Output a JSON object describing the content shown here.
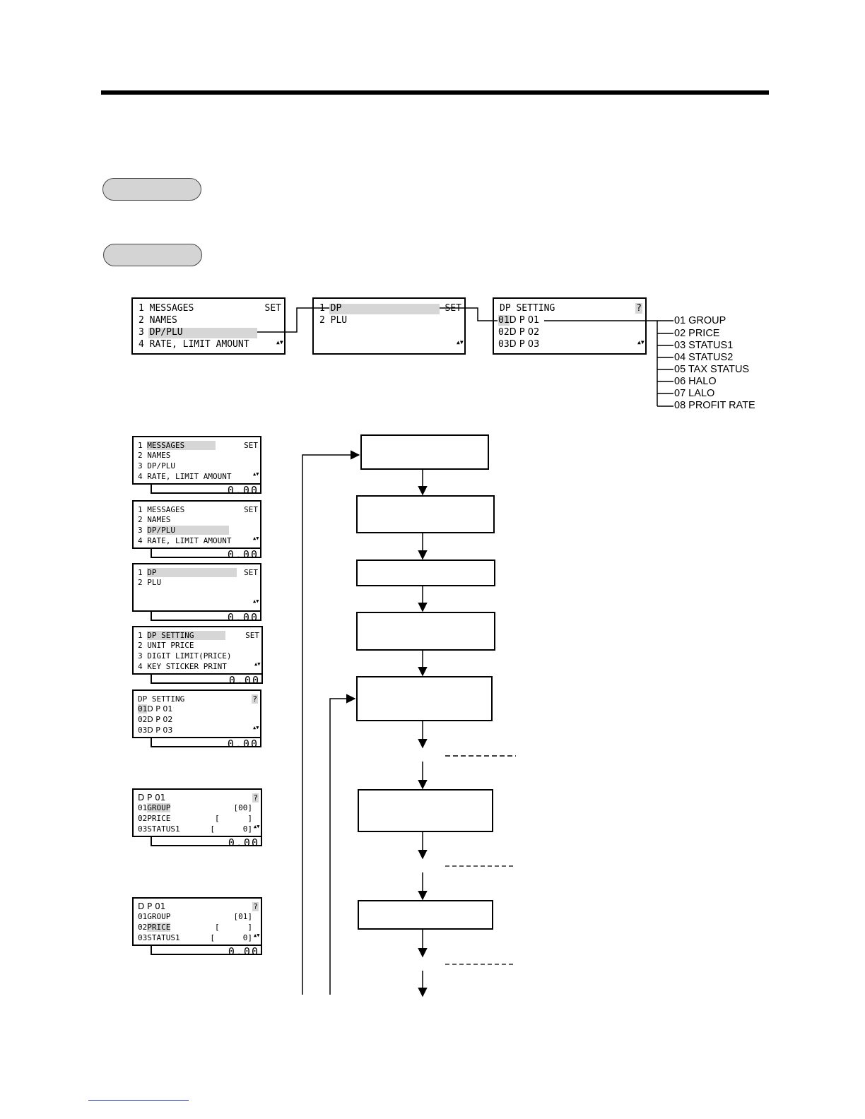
{
  "menu_path": {
    "screen1": {
      "rows": [
        {
          "text": "1 MESSAGES",
          "right": "SET"
        },
        {
          "text": "2 NAMES",
          "right": ""
        },
        {
          "text": "3 DP/PLU",
          "right": ""
        },
        {
          "text": "4 RATE, LIMIT AMOUNT",
          "right": "▲▼"
        }
      ]
    },
    "screen2": {
      "rows": [
        {
          "text": "1 DP",
          "right": "SET"
        },
        {
          "text": "2 PLU",
          "right": ""
        },
        {
          "text": "",
          "right": ""
        },
        {
          "text": "",
          "right": "▲▼"
        }
      ]
    },
    "screen3": {
      "title": "DP SETTING",
      "q": "?",
      "rows": [
        {
          "num": "01",
          "name": "D P 01"
        },
        {
          "num": "02",
          "name": "D P 02"
        },
        {
          "num": "03",
          "name": "D P 03"
        }
      ],
      "arrows": "▲▼"
    },
    "items": [
      "01 GROUP",
      "02 PRICE",
      "03 STATUS1",
      "04 STATUS2",
      "05 TAX STATUS",
      "06 HALO",
      "07 LALO",
      "08 PROFIT RATE"
    ]
  },
  "displays": {
    "amount": "0.00",
    "d1": {
      "rows": [
        {
          "a": "1 ",
          "b": "MESSAGES",
          "r": "SET"
        },
        {
          "a": "2 NAMES",
          "b": "",
          "r": ""
        },
        {
          "a": "3 DP/PLU",
          "b": "",
          "r": ""
        },
        {
          "a": "4 RATE, LIMIT AMOUNT",
          "b": "",
          "r": "▲▼"
        }
      ]
    },
    "d2": {
      "rows": [
        {
          "a": "1 MESSAGES",
          "b": "",
          "r": "SET"
        },
        {
          "a": "2 NAMES",
          "b": "",
          "r": ""
        },
        {
          "a": "3 ",
          "b": "DP/PLU",
          "r": ""
        },
        {
          "a": "4 RATE, LIMIT AMOUNT",
          "b": "",
          "r": "▲▼"
        }
      ]
    },
    "d3": {
      "rows": [
        {
          "a": "1 ",
          "b": "DP",
          "r": "SET"
        },
        {
          "a": "2 PLU",
          "b": "",
          "r": ""
        },
        {
          "a": "",
          "b": "",
          "r": ""
        },
        {
          "a": "",
          "b": "",
          "r": "▲▼"
        }
      ]
    },
    "d4": {
      "rows": [
        {
          "a": "1 ",
          "b": "DP SETTING",
          "r": "SET"
        },
        {
          "a": "2 UNIT PRICE",
          "b": "",
          "r": ""
        },
        {
          "a": "3 DIGIT LIMIT(PRICE)",
          "b": "",
          "r": ""
        },
        {
          "a": "4 KEY STICKER PRINT",
          "b": "",
          "r": "▲▼"
        }
      ]
    },
    "d5": {
      "title": "DP SETTING",
      "q": "?",
      "rows": [
        {
          "num": "01",
          "name": "D P 01"
        },
        {
          "num": "02",
          "name": "D P 02"
        },
        {
          "num": "03",
          "name": "D P 03"
        }
      ],
      "arrows": "▲▼"
    },
    "d6": {
      "title": "D P 01",
      "q": "?",
      "rows": [
        {
          "num": "01",
          "label": "GROUP",
          "value": "[00]"
        },
        {
          "num": "02",
          "label": "PRICE",
          "value": "[      ]"
        },
        {
          "num": "03",
          "label": "STATUS1",
          "value": "[      0]"
        }
      ],
      "arrows": "▲▼"
    },
    "d7": {
      "title": "D P 01",
      "q": "?",
      "rows": [
        {
          "num": "01",
          "label": "GROUP",
          "value": "[01]"
        },
        {
          "num": "02",
          "label": "PRICE",
          "value": "[      ]"
        },
        {
          "num": "03",
          "label": "STATUS1",
          "value": "[      0]"
        }
      ],
      "arrows": "▲▼"
    }
  }
}
